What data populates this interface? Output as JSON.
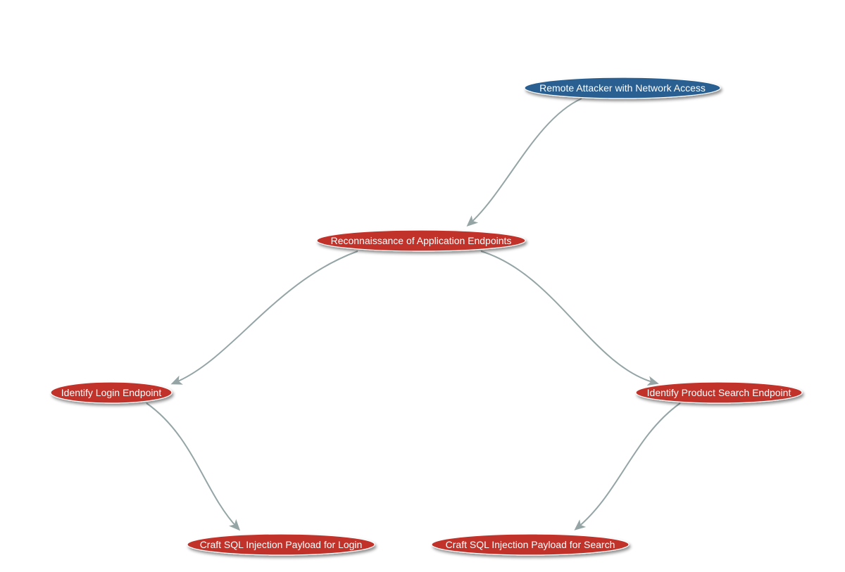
{
  "diagram": {
    "colors": {
      "start_node": "#2b5f91",
      "step_node": "#c0302a",
      "edge": "#95a5a6",
      "label": "#ffffff"
    },
    "nodes": [
      {
        "id": "remote-attacker",
        "label": "Remote Attacker with Network Access",
        "kind": "start_node"
      },
      {
        "id": "recon",
        "label": "Reconnaissance of Application Endpoints",
        "kind": "step_node"
      },
      {
        "id": "login-endpoint",
        "label": "Identify Login Endpoint",
        "kind": "step_node"
      },
      {
        "id": "search-endpoint",
        "label": "Identify Product Search Endpoint",
        "kind": "step_node"
      },
      {
        "id": "payload-login",
        "label": "Craft SQL Injection Payload for Login",
        "kind": "step_node"
      },
      {
        "id": "payload-search",
        "label": "Craft SQL Injection Payload for Search",
        "kind": "step_node"
      }
    ],
    "edges": [
      {
        "from": "remote-attacker",
        "to": "recon"
      },
      {
        "from": "recon",
        "to": "login-endpoint"
      },
      {
        "from": "recon",
        "to": "search-endpoint"
      },
      {
        "from": "login-endpoint",
        "to": "payload-login"
      },
      {
        "from": "search-endpoint",
        "to": "payload-search"
      }
    ]
  }
}
